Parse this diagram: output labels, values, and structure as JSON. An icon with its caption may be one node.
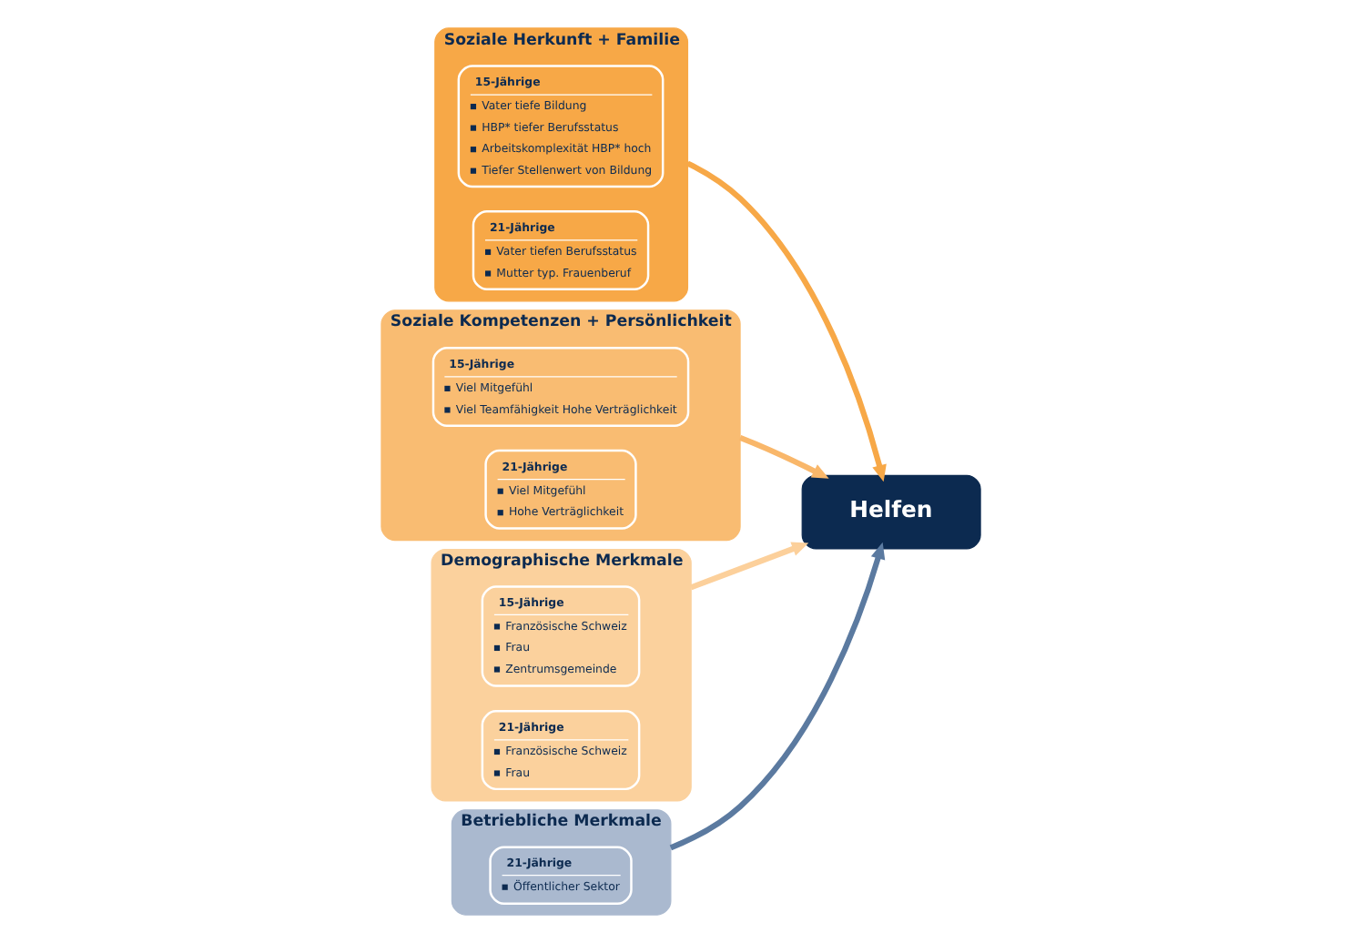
{
  "diagram": {
    "nodes": [
      {
        "text": [
          "Soziale Herkunft + Familie"
        ]
      },
      {
        "text": [
          "15-Jährige",
          "Vater tiefe Bildung",
          "HBP* tiefer Berufsstatus",
          "Arbeitskomplexität HBP* hoch",
          "Tiefer Stellenwert von Bildung"
        ],
        "in": 0
      },
      {
        "text": [
          "21-Jährige",
          "Vater tiefen Berufsstatus",
          "Mutter typ. Frauenberuf"
        ],
        "in": 0
      },
      {
        "text": [
          "Soziale Kompetenzen + Persönlichkeit"
        ]
      },
      {
        "text": [
          "15-Jährige",
          "Viel Mitgefühl",
          "Viel Teamfähigkeit Hohe Verträglichkeit"
        ],
        "in": 3
      },
      {
        "text": [
          "21-Jährige",
          "Viel Mitgefühl",
          "Hohe Verträglichkeit"
        ],
        "in": 3
      },
      {
        "text": [
          "Demographische Merkmale"
        ]
      },
      {
        "text": [
          "15-Jährige",
          "Französische Schweiz",
          "Frau",
          "Zentrumsgemeinde"
        ],
        "in": 6
      },
      {
        "text": [
          "21-Jährige",
          "Französische Schweiz",
          "Frau"
        ],
        "in": 6
      },
      {
        "text": [
          "Helfen"
        ]
      },
      {
        "text": [
          "Betriebliche Merkmale"
        ]
      },
      {
        "text": [
          "21-Jährige",
          "Öffentlicher Sektor"
        ],
        "in": 10
      }
    ],
    "edges": [
      {
        "from": 0,
        "to": 9,
        "arrow": "to",
        "color": "#f7a847"
      },
      {
        "from": 3,
        "to": 9,
        "arrow": "to",
        "color": "#f9b76a"
      },
      {
        "from": 6,
        "to": 9,
        "arrow": "to",
        "color": "#fcd09b"
      },
      {
        "from": 10,
        "to": 9,
        "arrow": "to",
        "color": "#5b7aa0"
      }
    ]
  }
}
